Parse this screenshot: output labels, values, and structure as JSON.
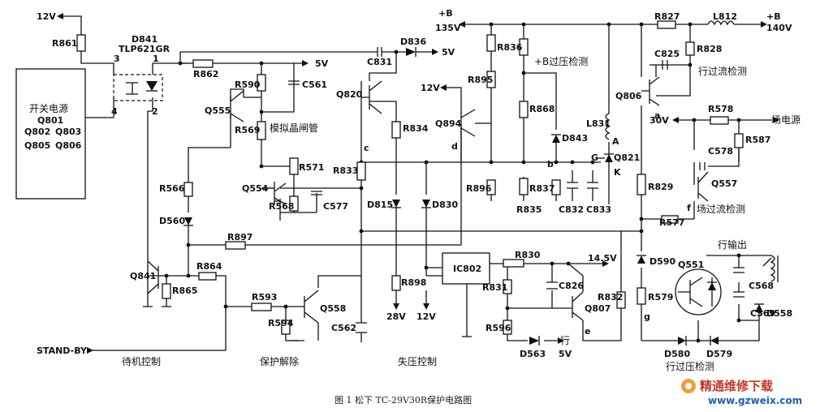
{
  "caption": "图 1  松下 TC-29V30R保护电路图",
  "watermark": {
    "name": "精通维修下载",
    "url": "www.gzweix.com"
  },
  "power_box": {
    "title": "开关电源",
    "line1": "Q801",
    "line2a": "Q802",
    "line2b": "Q803",
    "line3a": "Q805",
    "line3b": "Q806"
  },
  "optocoupler": {
    "name": "D841",
    "part": "TLP621GR",
    "pin1": "1",
    "pin2": "2",
    "pin3": "3",
    "pin4": "4"
  },
  "rails": {
    "v12_top": "12V",
    "v5_a": "5V",
    "v5_b": "5V",
    "b135": "+B",
    "b135v": "135V",
    "b140": "+B",
    "b140v": "140V",
    "v12_mid": "12V",
    "v30": "30V",
    "v14_5": "14.5V",
    "v28": "28V",
    "v12_bot": "12V",
    "v5_bot": "5V",
    "line_out": "行"
  },
  "components": {
    "R861": "R861",
    "R862": "R862",
    "C831": "C831",
    "D836": "D836",
    "R590": "R590",
    "C561": "C561",
    "Q555": "Q555",
    "R569": "R569",
    "scr": "模拟晶闸管",
    "R571": "R571",
    "Q554": "Q554",
    "R568": "R568",
    "C577": "C577",
    "R566": "R566",
    "D560": "D560",
    "R897": "R897",
    "Q841": "Q841",
    "R864": "R864",
    "R865": "R865",
    "R593": "R593",
    "R594": "R594",
    "Q558": "Q558",
    "C562": "C562",
    "Q820": "Q820",
    "R834": "R834",
    "R833": "R833",
    "D815": "D815",
    "D830": "D830",
    "R898": "R898",
    "IC802": "IC802",
    "R836": "R836",
    "R895": "R895",
    "Q894": "Q894",
    "R868": "R868",
    "R896": "R896",
    "R837": "R837",
    "R835": "R835",
    "D843": "D843",
    "C832": "C832",
    "C833": "C833",
    "L831": "L831",
    "Q821": "Q821",
    "R830": "R830",
    "R831": "R831",
    "C826": "C826",
    "R596": "R596",
    "Q807": "Q807",
    "R832": "R832",
    "D563": "D563",
    "R827": "R827",
    "L812": "L812",
    "R828": "R828",
    "C825": "C825",
    "Q806": "Q806",
    "R829": "R829",
    "R578": "R578",
    "R587": "R587",
    "C578": "C578",
    "Q557": "Q557",
    "R577": "R577",
    "D590": "D590",
    "R579": "R579",
    "Q551": "Q551",
    "C568": "C568",
    "C569": "C569",
    "D558": "D558",
    "D580": "D580",
    "D579": "D579"
  },
  "nodes": {
    "a": "a",
    "b": "b",
    "c": "c",
    "d": "d",
    "e": "e",
    "f": "f",
    "g": "g",
    "G": "G",
    "K": "K",
    "A": "A"
  },
  "section_labels": {
    "standby_in": "STAND-BY",
    "standby": "待机控制",
    "release": "保护解除",
    "undervolt": "失压控制",
    "b_ov": "+B过压检测",
    "line_oc": "行过流检测",
    "field_psu": "场电源",
    "field_oc": "场过流检测",
    "line_out": "行输出",
    "line_ov": "行过压检测"
  }
}
